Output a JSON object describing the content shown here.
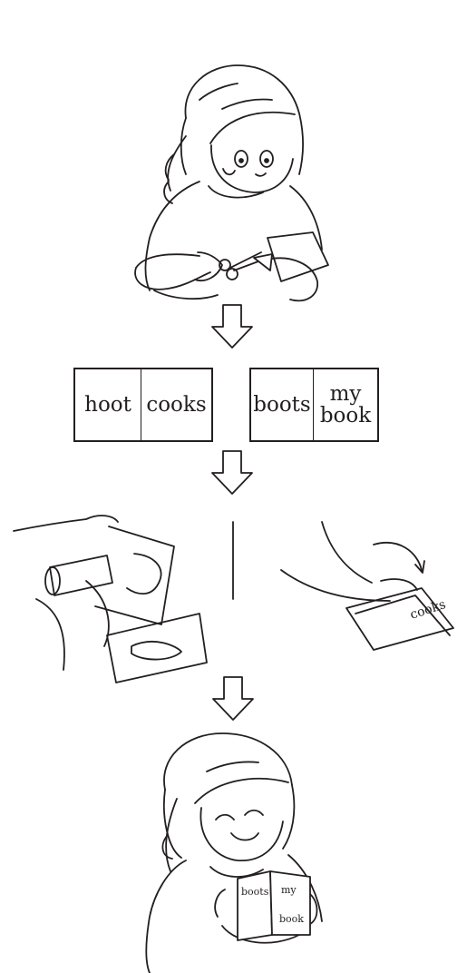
{
  "cards": [
    {
      "words": [
        "hoot",
        "cooks"
      ]
    },
    {
      "words": [
        "boots",
        "my book"
      ],
      "second_lines": [
        "my",
        "book"
      ]
    }
  ],
  "sheet_label": "cooks",
  "booklet": {
    "left": "boots",
    "right_top": "my",
    "right_bottom": "book"
  },
  "colors": {
    "ink": "#231f20",
    "paper": "#ffffff"
  },
  "icons": [
    "down-arrow-icon",
    "scissors-icon",
    "glue-stick-icon"
  ]
}
